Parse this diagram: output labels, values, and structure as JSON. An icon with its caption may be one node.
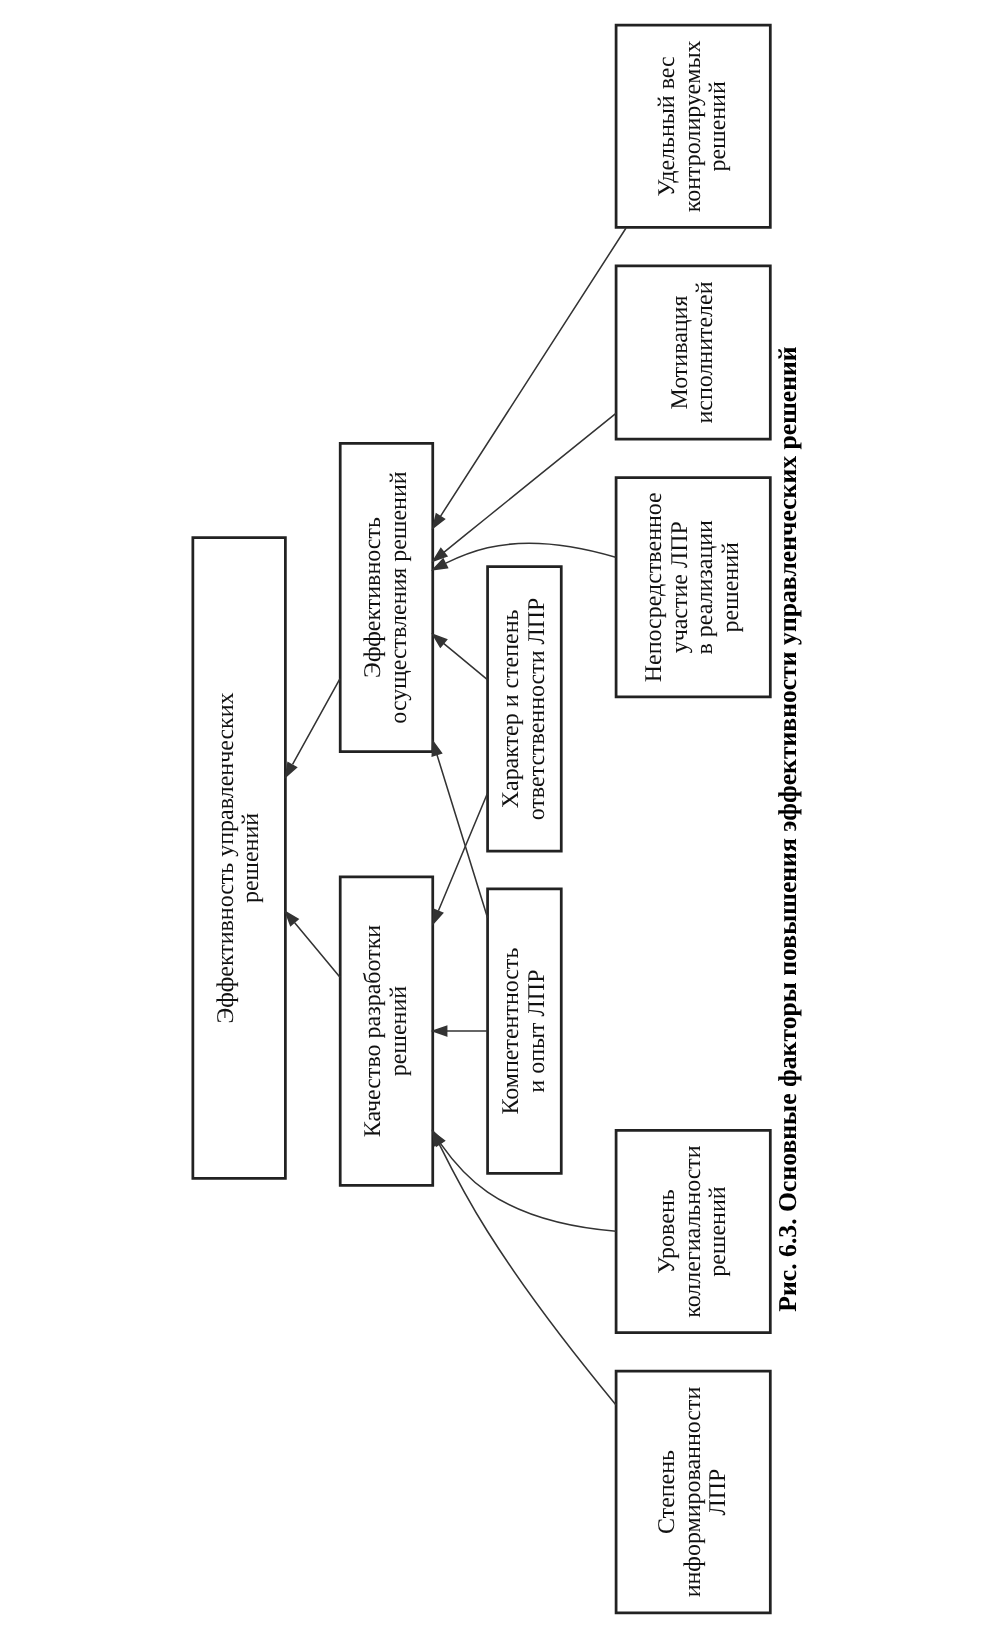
{
  "diagram": {
    "caption": "Рис. 6.3. Основные факторы повышения эффективности управленческих решений",
    "nodes": [
      {
        "text": [
          "Эффективность управленческих решений"
        ]
      },
      {
        "text": [
          "Качество разработки решений"
        ]
      },
      {
        "text": [
          "Компетентность и опыт ЛПР"
        ]
      },
      {
        "text": [
          "Характер и степень ответственности ЛПР"
        ]
      },
      {
        "text": [
          "Эффективность осуществления решений"
        ]
      },
      {
        "text": [
          "Степень информированности ЛПР"
        ]
      },
      {
        "text": [
          "Уровень коллегиальности решений"
        ]
      },
      {
        "text": [
          "Непосредственное участие ЛПР в реализации решений"
        ]
      },
      {
        "text": [
          "Мотивация исполнителей"
        ]
      },
      {
        "text": [
          "Удельный вес контролируемых решений"
        ]
      }
    ],
    "edges": [
      {
        "from": 1,
        "to": 0,
        "arrow": "to"
      },
      {
        "from": 4,
        "to": 0,
        "arrow": "to"
      },
      {
        "from": 2,
        "to": 1,
        "arrow": "to"
      },
      {
        "from": 3,
        "to": 1,
        "arrow": "to"
      },
      {
        "from": 2,
        "to": 4,
        "arrow": "to"
      },
      {
        "from": 3,
        "to": 4,
        "arrow": "to"
      },
      {
        "from": 5,
        "to": 1,
        "arrow": "to"
      },
      {
        "from": 6,
        "to": 1,
        "arrow": "to"
      },
      {
        "from": 7,
        "to": 4,
        "arrow": "to"
      },
      {
        "from": 8,
        "to": 4,
        "arrow": "to"
      },
      {
        "from": 9,
        "to": 4,
        "arrow": "to"
      }
    ]
  }
}
